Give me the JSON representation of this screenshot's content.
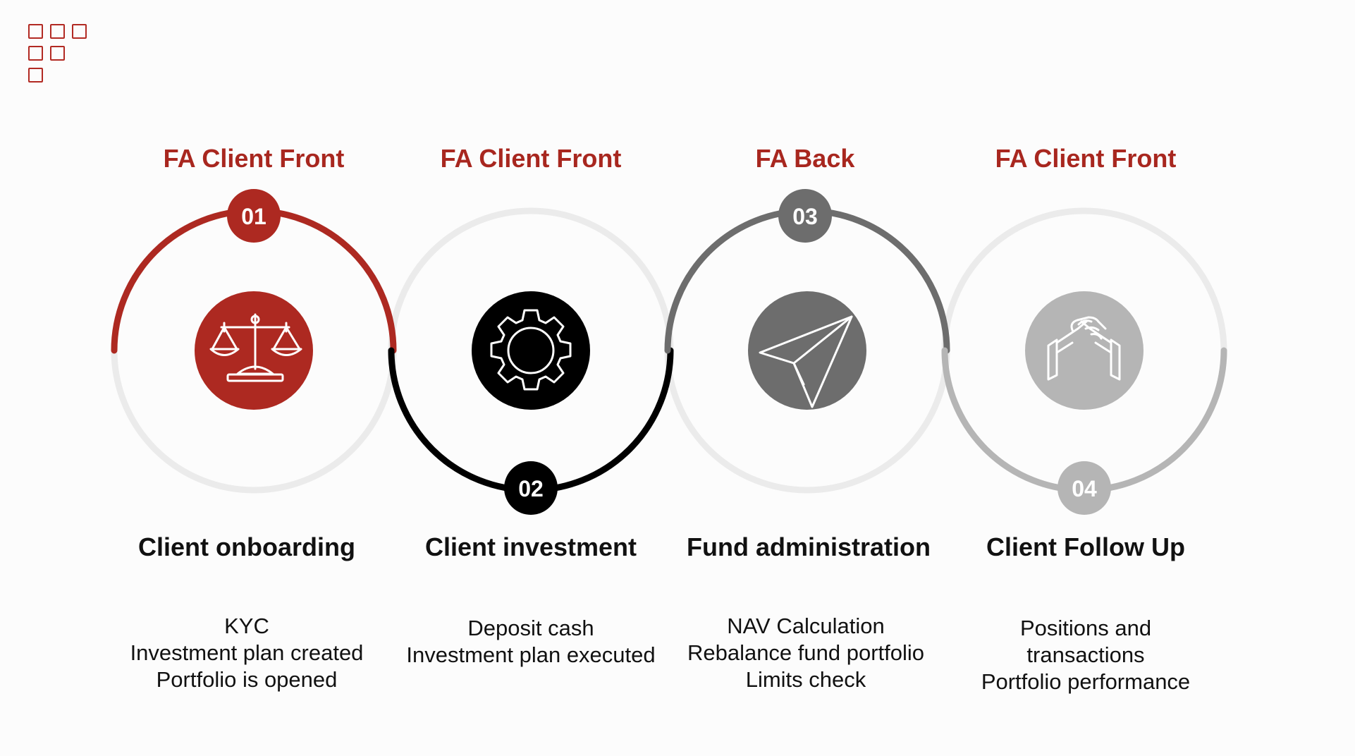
{
  "brand": {
    "logo_name": "grid-logo",
    "accent": "#a8271f"
  },
  "steps": [
    {
      "category": "FA Client Front",
      "number": "01",
      "title": "Client onboarding",
      "items": [
        "KYC",
        "Investment plan created",
        "Portfolio is opened"
      ],
      "icon": "balance-scale-icon",
      "color": "#ad2921"
    },
    {
      "category": "FA Client Front",
      "number": "02",
      "title": "Client investment",
      "items": [
        "Deposit cash",
        "Investment plan executed"
      ],
      "icon": "gear-icon",
      "color": "#000000"
    },
    {
      "category": "FA Back",
      "number": "03",
      "title": "Fund administration",
      "items": [
        "NAV Calculation",
        "Rebalance fund portfolio",
        "Limits check"
      ],
      "icon": "paper-plane-icon",
      "color": "#6d6d6d"
    },
    {
      "category": "FA Client Front",
      "number": "04",
      "title": "Client Follow Up",
      "items": [
        "Positions and",
        "transactions",
        "Portfolio performance"
      ],
      "icon": "handshake-icon",
      "color": "#b5b5b5"
    }
  ]
}
